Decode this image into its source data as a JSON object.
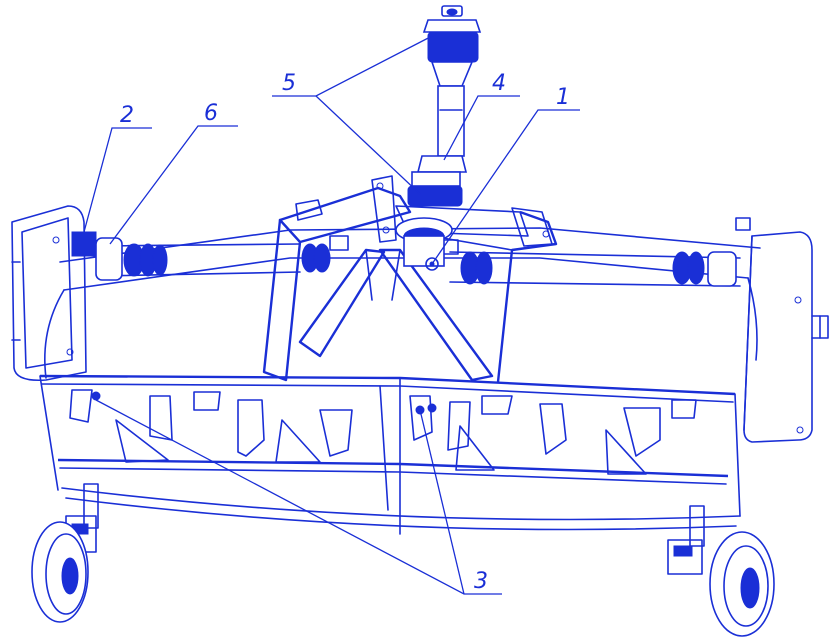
{
  "callouts": [
    {
      "id": "c1",
      "label": "1"
    },
    {
      "id": "c2",
      "label": "2"
    },
    {
      "id": "c3",
      "label": "3"
    },
    {
      "id": "c4",
      "label": "4"
    },
    {
      "id": "c5",
      "label": "5"
    },
    {
      "id": "c6",
      "label": "6"
    }
  ],
  "colors": {
    "line": "#1a2fd6",
    "background": "#ffffff"
  }
}
